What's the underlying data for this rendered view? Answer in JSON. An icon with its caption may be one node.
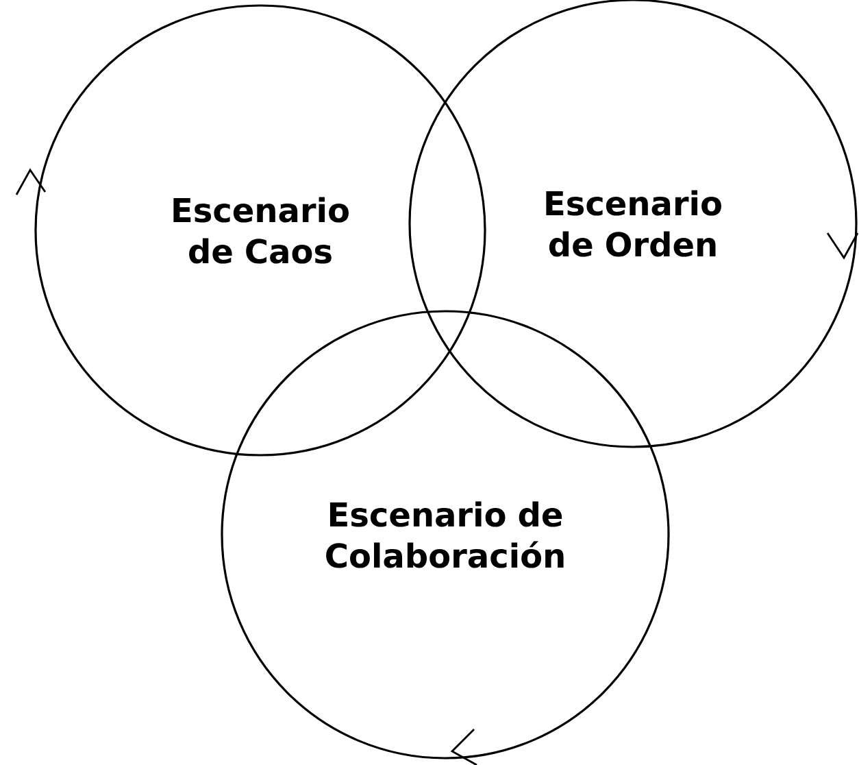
{
  "diagram": {
    "nodes": [
      {
        "text": [
          "Escenario de Caos"
        ]
      },
      {
        "text": [
          "Escenario de Orden"
        ]
      },
      {
        "text": [
          "Escenario de Colaboración"
        ]
      }
    ]
  }
}
